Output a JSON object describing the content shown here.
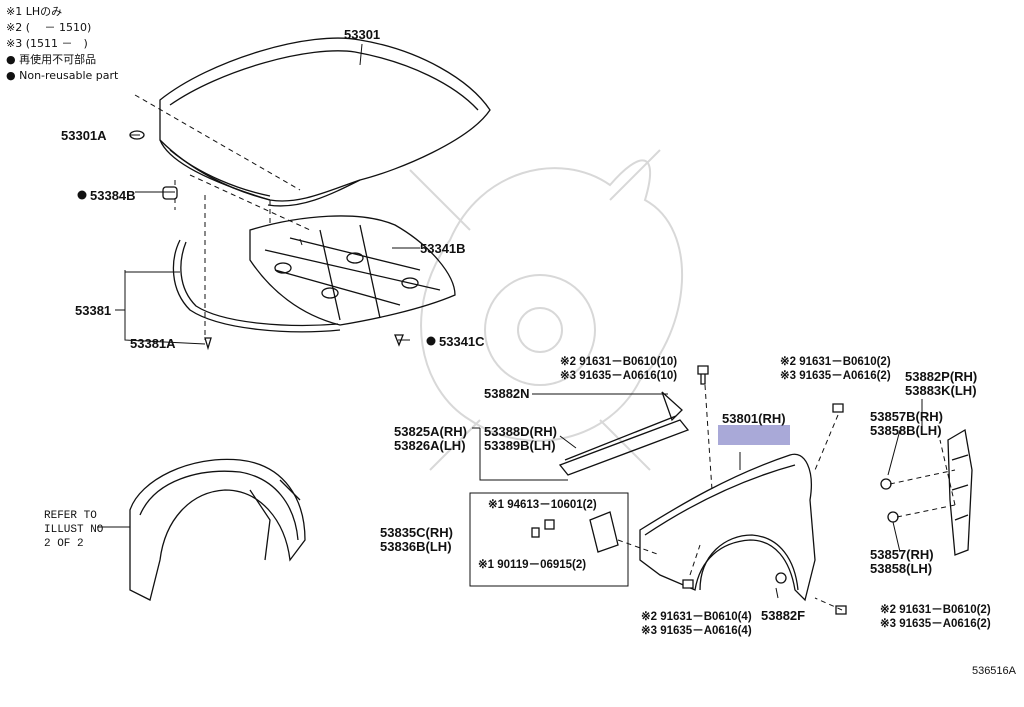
{
  "legend": {
    "note1": "※1 LHのみ",
    "note2": "※2 (　 － 1510)",
    "note3": "※3 (1511 －　)",
    "mark_jp": "再使用不可部品",
    "mark_en": "Non-reusable part"
  },
  "parts": {
    "p53301": "53301",
    "p53301A": "53301A",
    "p53384B": "53384B",
    "p53341B": "53341B",
    "p53381": "53381",
    "p53381A": "53381A",
    "p53341C": "53341C",
    "bolt_top_1": "※2 91631－B0610(10)",
    "bolt_top_2": "※3 91635－A0616(10)",
    "p53882N": "53882N",
    "p53825A": "53825A(RH)",
    "p53826A": "53826A(LH)",
    "p53388D": "53388D(RH)",
    "p53389B": "53389B(LH)",
    "p53801": "53801(RH)",
    "bolt_right_1": "※2 91631－B0610(2)",
    "bolt_right_2": "※3 91635－A0616(2)",
    "p53882P": "53882P(RH)",
    "p53883K": "53883K(LH)",
    "p53857B": "53857B(RH)",
    "p53858B": "53858B(LH)",
    "refer1": "REFER TO",
    "refer2": "ILLUST NO",
    "refer3": "2 OF 2",
    "p94613": "※1 94613－10601(2)",
    "p53835C": "53835C(RH)",
    "p53836B": "53836B(LH)",
    "p90119": "※1 90119－06915(2)",
    "p53857": "53857(RH)",
    "p53858": "53858(LH)",
    "bolt_bot_1": "※2 91631－B0610(4)",
    "bolt_bot_2": "※3 91635－A0616(4)",
    "p53882F": "53882F",
    "bolt_br_1": "※2 91631－B0610(2)",
    "bolt_br_2": "※3 91635－A0616(2)"
  },
  "footer": {
    "illustration_code": "536516A"
  },
  "colors": {
    "highlight": "#a9a9d8"
  }
}
